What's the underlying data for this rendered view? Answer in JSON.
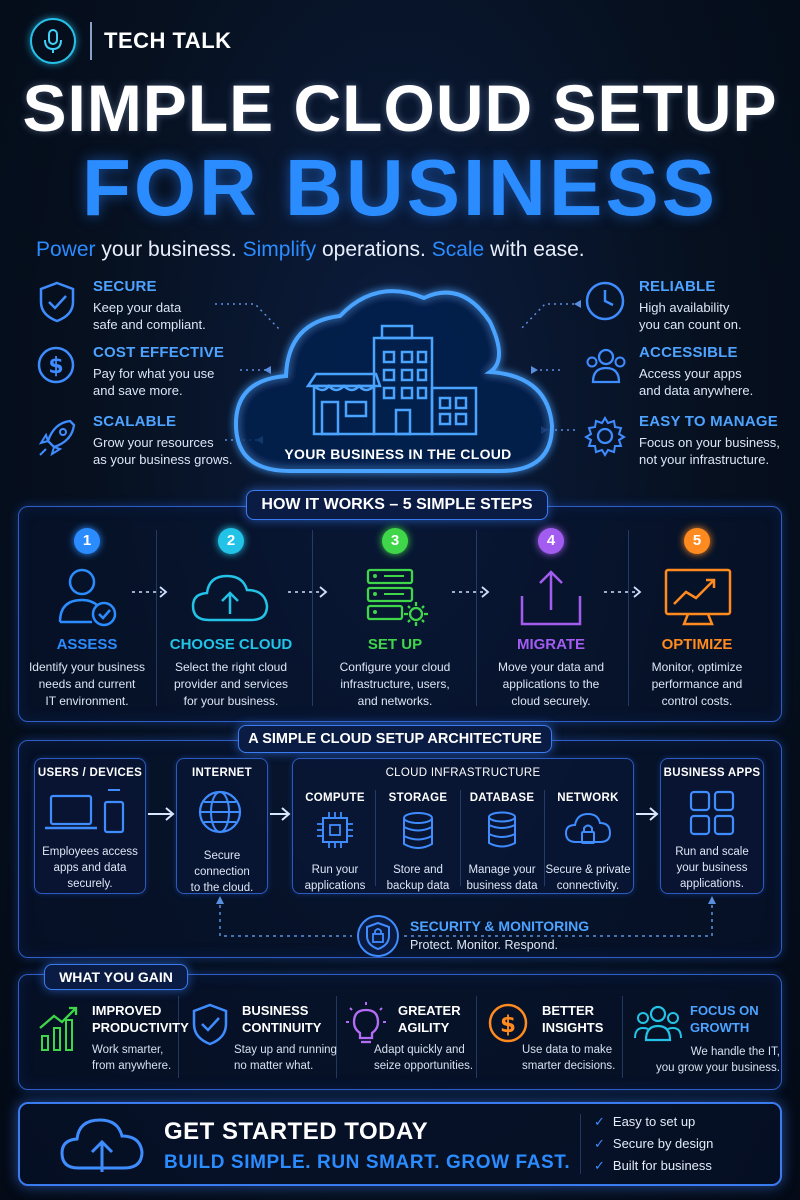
{
  "brand": {
    "name": "TECH TALK"
  },
  "hero": {
    "title_line1": "SIMPLE CLOUD SETUP",
    "title_line2": "FOR BUSINESS",
    "tagline": [
      {
        "text": "Power",
        "accent": true
      },
      {
        "text": " your business. ",
        "accent": false
      },
      {
        "text": "Simplify",
        "accent": true
      },
      {
        "text": " operations. ",
        "accent": false
      },
      {
        "text": "Scale",
        "accent": true
      },
      {
        "text": " with ease.",
        "accent": false
      }
    ]
  },
  "features_left": [
    {
      "icon": "shield-check-icon",
      "title": "SECURE",
      "desc1": "Keep your data",
      "desc2": "safe and compliant."
    },
    {
      "icon": "dollar-coin-icon",
      "title": "COST EFFECTIVE",
      "desc1": "Pay for what you use",
      "desc2": "and save more."
    },
    {
      "icon": "rocket-icon",
      "title": "SCALABLE",
      "desc1": "Grow your resources",
      "desc2": "as your business grows."
    }
  ],
  "features_right": [
    {
      "icon": "clock-icon",
      "title": "RELIABLE",
      "desc1": "High availability",
      "desc2": "you can count on."
    },
    {
      "icon": "users-icon",
      "title": "ACCESSIBLE",
      "desc1": "Access your apps",
      "desc2": "and data anywhere."
    },
    {
      "icon": "gear-icon",
      "title": "EASY TO MANAGE",
      "desc1": "Focus on your business,",
      "desc2": "not your infrastructure."
    }
  ],
  "cloud": {
    "caption": "YOUR BUSINESS IN THE CLOUD"
  },
  "steps_section": {
    "title": "HOW IT WORKS – 5 SIMPLE STEPS",
    "steps": [
      {
        "num": "1",
        "title": "ASSESS",
        "d1": "Identify your business",
        "d2": "needs and current",
        "d3": "IT environment.",
        "color": "#2b8cff"
      },
      {
        "num": "2",
        "title": "CHOOSE CLOUD",
        "d1": "Select the right cloud",
        "d2": "provider and services",
        "d3": "for your business.",
        "color": "#22c3e6"
      },
      {
        "num": "3",
        "title": "SET UP",
        "d1": "Configure your cloud",
        "d2": "infrastructure, users,",
        "d3": "and networks.",
        "color": "#3fd64a"
      },
      {
        "num": "4",
        "title": "MIGRATE",
        "d1": "Move your data and",
        "d2": "applications to the",
        "d3": "cloud securely.",
        "color": "#a35cf0"
      },
      {
        "num": "5",
        "title": "OPTIMIZE",
        "d1": "Monitor, optimize",
        "d2": "performance and",
        "d3": "control costs.",
        "color": "#ff8a1f"
      }
    ]
  },
  "architecture": {
    "title": "A SIMPLE CLOUD SETUP ARCHITECTURE",
    "users": {
      "title": "USERS / DEVICES",
      "d1": "Employees access",
      "d2": "apps and data",
      "d3": "securely."
    },
    "internet": {
      "title": "INTERNET",
      "d1": "Secure connection",
      "d2": "to the cloud."
    },
    "infra": {
      "title": "CLOUD INFRASTRUCTURE",
      "cols": [
        {
          "title": "COMPUTE",
          "d1": "Run your",
          "d2": "applications"
        },
        {
          "title": "STORAGE",
          "d1": "Store and",
          "d2": "backup data"
        },
        {
          "title": "DATABASE",
          "d1": "Manage your",
          "d2": "business data"
        },
        {
          "title": "NETWORK",
          "d1": "Secure & private",
          "d2": "connectivity."
        }
      ]
    },
    "apps": {
      "title": "BUSINESS APPS",
      "d1": "Run and scale",
      "d2": "your business",
      "d3": "applications."
    },
    "security": {
      "title": "SECURITY & MONITORING",
      "desc": "Protect. Monitor. Respond."
    }
  },
  "gains": {
    "title": "WHAT YOU GAIN",
    "items": [
      {
        "t1": "IMPROVED",
        "t2": "PRODUCTIVITY",
        "d1": "Work smarter,",
        "d2": "from anywhere."
      },
      {
        "t1": "BUSINESS",
        "t2": "CONTINUITY",
        "d1": "Stay up and running",
        "d2": "no matter what."
      },
      {
        "t1": "GREATER",
        "t2": "AGILITY",
        "d1": "Adapt quickly and",
        "d2": "seize opportunities."
      },
      {
        "t1": "BETTER",
        "t2": "INSIGHTS",
        "d1": "Use data to make",
        "d2": "smarter decisions."
      },
      {
        "t1": "FOCUS ON",
        "t2": "GROWTH",
        "d1": "We handle the IT,",
        "d2": "you grow your business."
      }
    ]
  },
  "cta": {
    "title": "GET STARTED TODAY",
    "subtitle": "BUILD SIMPLE. RUN SMART. GROW FAST.",
    "checks": [
      "Easy to set up",
      "Secure by design",
      "Built for business"
    ]
  },
  "colors": {
    "accent": "#2b8cff",
    "neon": "#3f8cff",
    "bg": "#06101f"
  }
}
